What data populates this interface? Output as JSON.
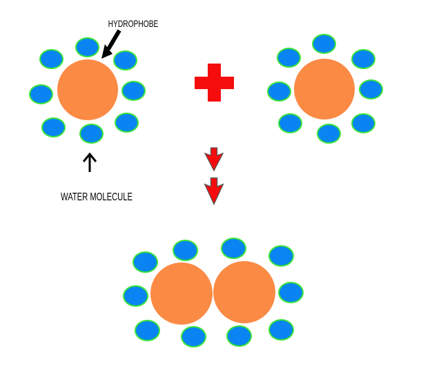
{
  "labels": {
    "hydrophobe": "HYDROPHOBE",
    "water_molecule": "WATER MOLECULE"
  },
  "colors": {
    "background": "#ffffff",
    "hydrophobe_fill": "#fb8a45",
    "water_fill": "#0a84f2",
    "water_outline": "#38e438",
    "operator_red": "#f50d0d",
    "arrow_outline": "#555555",
    "annotation_black": "#000000"
  },
  "icons": {
    "plus_operator": "plus-icon",
    "reaction_step_1": "down-arrow-icon",
    "reaction_step_2": "down-arrow-icon",
    "hydrophobe_pointer": "down-left-arrow-icon",
    "water_pointer": "up-arrow-icon"
  },
  "clusters": [
    {
      "name": "hydrophobe-left",
      "hydrophobe_count": 1,
      "water_count": 8
    },
    {
      "name": "hydrophobe-right",
      "hydrophobe_count": 1,
      "water_count": 8
    },
    {
      "name": "aggregated-result",
      "hydrophobe_count": 2,
      "water_count": 10
    }
  ]
}
